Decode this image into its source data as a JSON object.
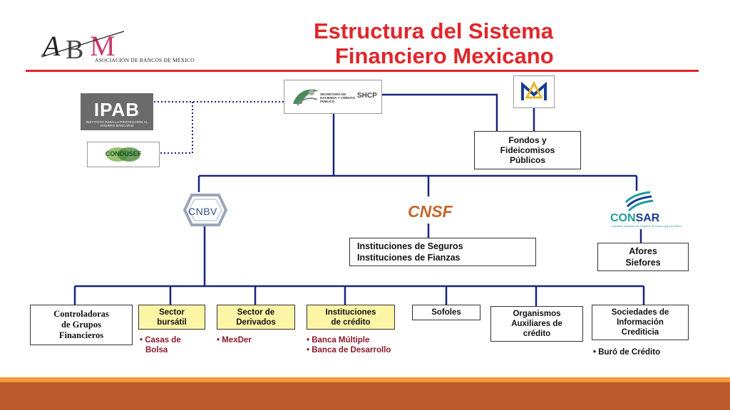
{
  "title": {
    "line1": "Estructura del Sistema",
    "line2": "Financiero Mexicano"
  },
  "logos": {
    "abm": {
      "letters": "ABM",
      "caption": "ASOCIACIÓN DE BANCOS DE MÉXICO"
    },
    "ipab": {
      "name": "IPAB",
      "caption": "INSTITUTO PARA LA PROTECCIÓN AL AHORRO BANCARIO"
    },
    "condusef": {
      "name": "CONDUSEF"
    },
    "shcp": {
      "caption": "SECRETARÍA DE HACIENDA Y CRÉDITO PÚBLICO",
      "code": "SHCP"
    },
    "cnbv": {
      "name": "CNBV"
    },
    "cnsf": {
      "name": "CNSF"
    },
    "consar": {
      "name_a": "CON",
      "name_b": "SAR",
      "caption": "Comisión Nacional del Sistema de Ahorro para el Retiro"
    }
  },
  "nodes": {
    "fondos": [
      "Fondos y",
      "Fideicomisos",
      "Públicos"
    ],
    "seguros": [
      "Instituciones de Seguros",
      "Instituciones de Fianzas"
    ],
    "afores": [
      "Afores",
      "Siefores"
    ],
    "controladoras": [
      "Controladoras",
      "de Grupos",
      "Financieros"
    ],
    "bursatil": [
      "Sector",
      "bursátil"
    ],
    "derivados": [
      "Sector de",
      "Derivados"
    ],
    "credito": [
      "Instituciones",
      "de crédito"
    ],
    "sofoles": [
      "Sofoles"
    ],
    "organismos": [
      "Organismos",
      "Auxiliares de",
      "crédito"
    ],
    "sociedades": [
      "Sociedades de",
      "Información",
      "Crediticia"
    ]
  },
  "subitems": {
    "bursatil": [
      "• Casas de",
      "Bolsa"
    ],
    "derivados": [
      "• MexDer"
    ],
    "credito": [
      "• Banca Múltiple",
      "• Banca de Desarrollo"
    ],
    "sociedades": [
      "• Buró de Crédito"
    ]
  },
  "colors": {
    "title": "#e0262b",
    "connector": "#1a237e",
    "yellow_box": "#fdf5a6",
    "subitem": "#8b1a2b",
    "footer": "#bb5a2b",
    "footer_accent": "#f39c3a"
  }
}
